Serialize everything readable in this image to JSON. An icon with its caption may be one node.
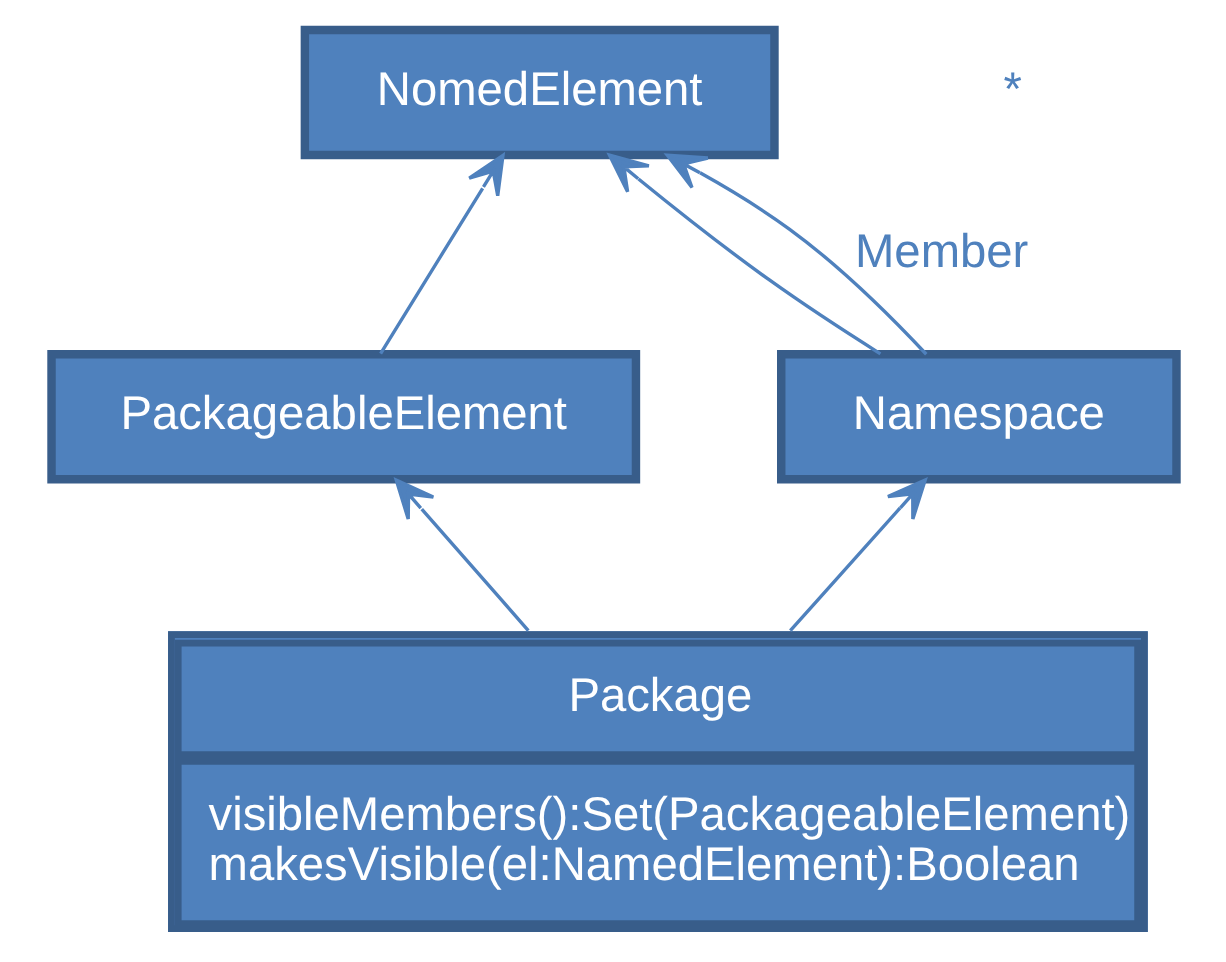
{
  "diagram": {
    "nodes": [
      {
        "text": [
          "NomedElement"
        ]
      },
      {
        "text": [
          "PackageableElement"
        ]
      },
      {
        "text": [
          "Namespace"
        ]
      },
      {
        "text": [
          "Package",
          "visibleMembers():Set(PackageableElement)",
          "makesVisible(el:NamedElement):Boolean"
        ]
      }
    ],
    "edges": [
      {
        "from": 1,
        "to": 0,
        "arrow": "to"
      },
      {
        "from": 2,
        "to": 0,
        "arrow": "to"
      },
      {
        "from": 3,
        "to": 1,
        "arrow": "to"
      },
      {
        "from": 3,
        "to": 2,
        "arrow": "to"
      },
      {
        "from": 2,
        "to": 0,
        "arrow": "to",
        "label": "Member"
      }
    ],
    "labels": [
      "*"
    ]
  }
}
